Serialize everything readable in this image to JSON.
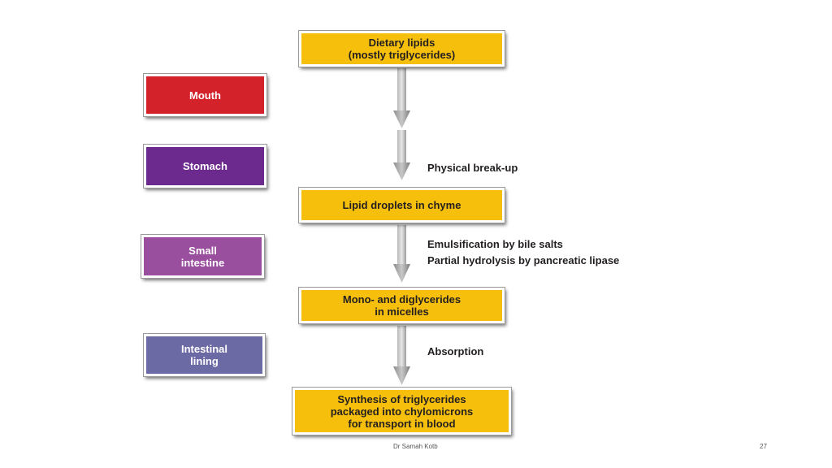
{
  "steps": [
    {
      "text": "Dietary lipids\n(mostly triglycerides)"
    },
    {
      "text": "Lipid droplets in chyme"
    },
    {
      "text": "Mono- and diglycerides\nin micelles"
    },
    {
      "text": "Synthesis of triglycerides\npackaged into chylomicrons\nfor transport in blood"
    }
  ],
  "sites": [
    {
      "text": "Mouth",
      "color": "#d3222a"
    },
    {
      "text": "Stomach",
      "color": "#6c2a8e"
    },
    {
      "text": "Small\nintestine",
      "color": "#9a4f9e"
    },
    {
      "text": "Intestinal\nlining",
      "color": "#6c6aa4"
    }
  ],
  "annotations": {
    "physical": "Physical break-up",
    "emulsification": "Emulsification by bile salts",
    "hydrolysis": "Partial hydrolysis by pancreatic lipase",
    "absorption": "Absorption"
  },
  "footer": {
    "author": "Dr Samah Kotb",
    "page": "27"
  }
}
